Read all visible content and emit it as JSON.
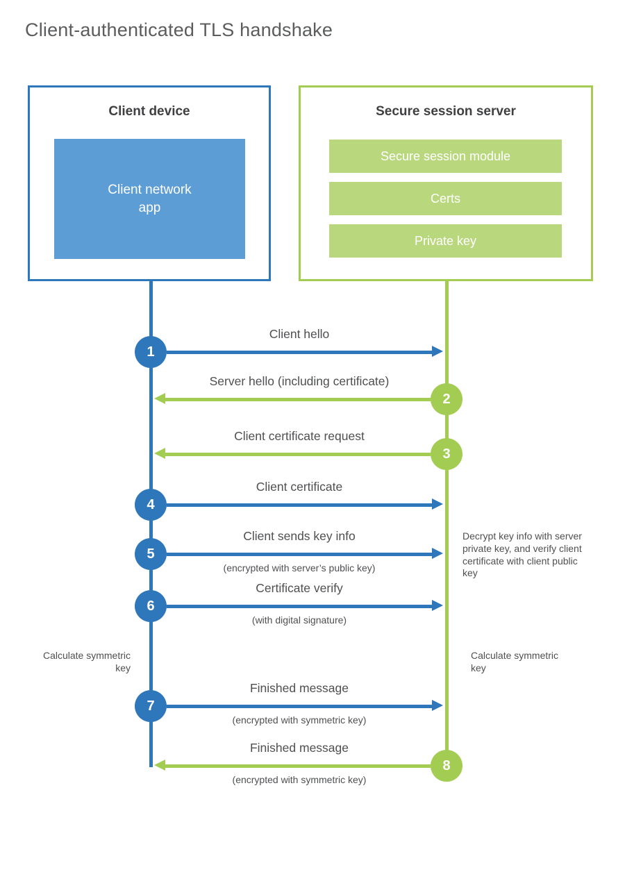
{
  "title": "Client-authenticated TLS handshake",
  "client": {
    "title": "Client device",
    "app_label": "Client network app"
  },
  "server": {
    "title": "Secure session server",
    "modules": [
      "Secure session module",
      "Certs",
      "Private key"
    ]
  },
  "steps": [
    {
      "num": "1",
      "label": "Client hello"
    },
    {
      "num": "2",
      "label": "Server hello (including certificate)"
    },
    {
      "num": "3",
      "label": "Client certificate request"
    },
    {
      "num": "4",
      "label": "Client certificate"
    },
    {
      "num": "5",
      "label": "Client sends key info",
      "sub": "(encrypted with server’s public key)"
    },
    {
      "num": "6",
      "label": "Certificate verify",
      "sub": "(with digital signature)"
    },
    {
      "num": "7",
      "label": "Finished message",
      "sub": "(encrypted with symmetric key)"
    },
    {
      "num": "8",
      "label": "Finished message",
      "sub": "(encrypted with symmetric key)"
    }
  ],
  "notes": {
    "decrypt": "Decrypt key info with server private key, and verify client certificate with client public key",
    "calc_left": "Calculate symmetric key",
    "calc_right": "Calculate symmetric key"
  },
  "colors": {
    "blue": "#2e77bb",
    "blue_fill": "#5d9dd5",
    "green": "#a3cd52",
    "green_fill": "#b9d77d",
    "title_text": "#5b5c5e",
    "heading_text": "#3f4042",
    "label_text": "#4e4f51"
  }
}
